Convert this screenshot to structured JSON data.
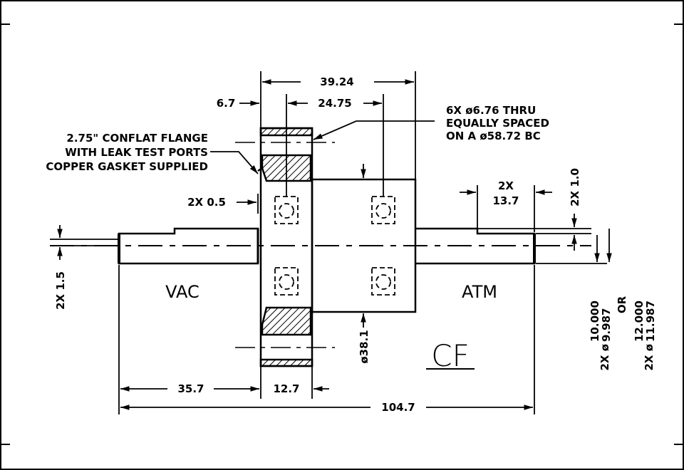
{
  "labels": {
    "dim_39_24": "39.24",
    "dim_6_7": "6.7",
    "dim_24_75": "24.75",
    "note_holes": [
      "6X ø6.76 THRU",
      "EQUALLY SPACED",
      "ON A ø58.72 BC"
    ],
    "note_flange": [
      "2.75\" CONFLAT FLANGE",
      "WITH LEAK TEST PORTS",
      "COPPER GASKET SUPPLIED"
    ],
    "dim_2x_0_5": "2X 0.5",
    "dim_2x_13_7_a": "2X",
    "dim_2x_13_7_b": "13.7",
    "dim_2x_1_0": "2X 1.0",
    "dim_2x_1_5": "2X 1.5",
    "vac": "VAC",
    "atm": "ATM",
    "dia_a_prefix": "2X ø",
    "dia_a_top": "10.000",
    "dia_a_bottom": "9.987",
    "or": "OR",
    "dia_b_prefix": "2X ø",
    "dia_b_top": "12.000",
    "dia_b_bottom": "11.987",
    "dia_38_1": "ø38.1",
    "cf": "CF",
    "dim_35_7": "35.7",
    "dim_12_7": "12.7",
    "dim_104_7": "104.7"
  }
}
